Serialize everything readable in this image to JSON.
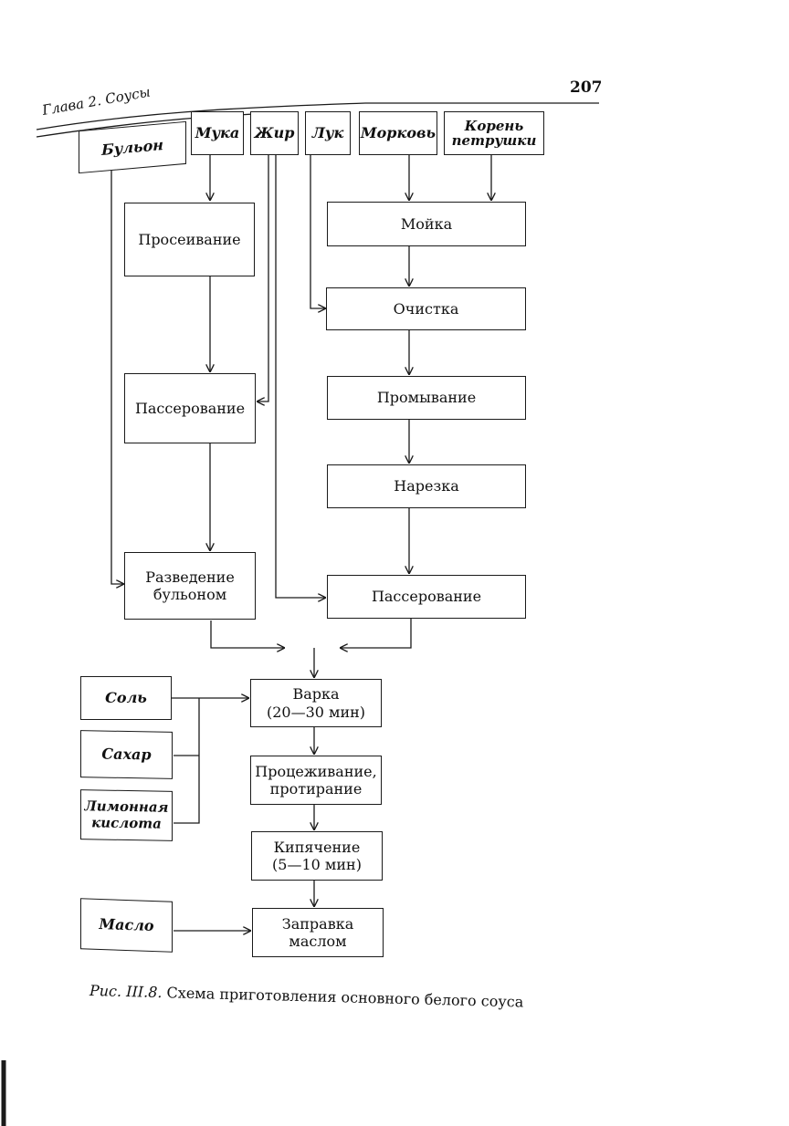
{
  "header": {
    "chapter": "Глава 2. Соусы",
    "page_number": "207"
  },
  "ingredients": {
    "bouillon": "Бульон",
    "flour": "Мука",
    "fat": "Жир",
    "onion": "Лук",
    "carrot": "Морковь",
    "parsley_root": "Корень петрушки",
    "salt": "Соль",
    "sugar": "Сахар",
    "citric_acid": "Лимонная кислота",
    "butter": "Масло"
  },
  "steps": {
    "sifting": "Просеивание",
    "flour_saute": "Пассерование",
    "dilution": "Разведение\nбульоном",
    "washing": "Мойка",
    "peeling": "Очистка",
    "rinsing": "Промывание",
    "cutting": "Нарезка",
    "veg_saute": "Пассерование",
    "boiling": "Варка\n(20—30 мин)",
    "straining": "Процеживание,\nпротирание",
    "reboiling": "Кипячение\n(5—10 мин)",
    "dressing": "Заправка\nмаслом"
  },
  "caption": {
    "label": "Рис. III.8.",
    "text": "Схема приготовления основного белого соуса"
  }
}
